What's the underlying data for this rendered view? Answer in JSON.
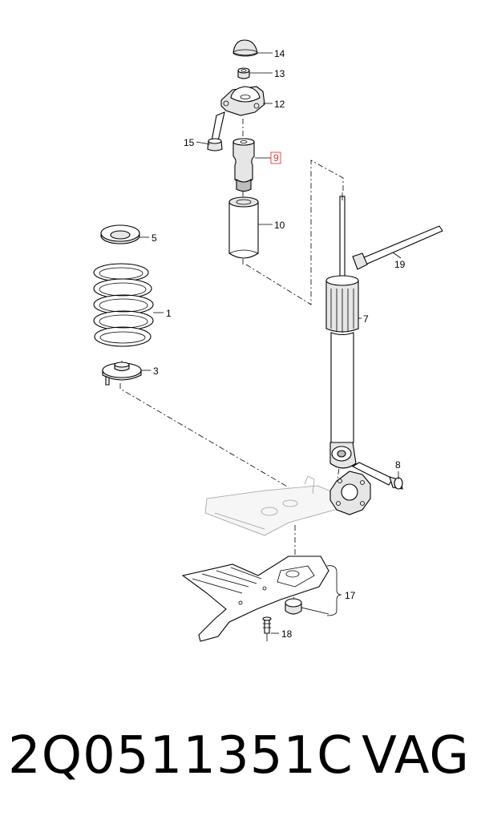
{
  "callouts": {
    "c1": "1",
    "c3": "3",
    "c5": "5",
    "c7": "7",
    "c8": "8",
    "c9": "9",
    "c10": "10",
    "c12": "12",
    "c13": "13",
    "c14": "14",
    "c15": "15",
    "c17": "17",
    "c18": "18",
    "c19": "19"
  },
  "highlight_color": "#e53935",
  "footer": {
    "part_number": "2Q0511351C",
    "brand": "VAG"
  }
}
